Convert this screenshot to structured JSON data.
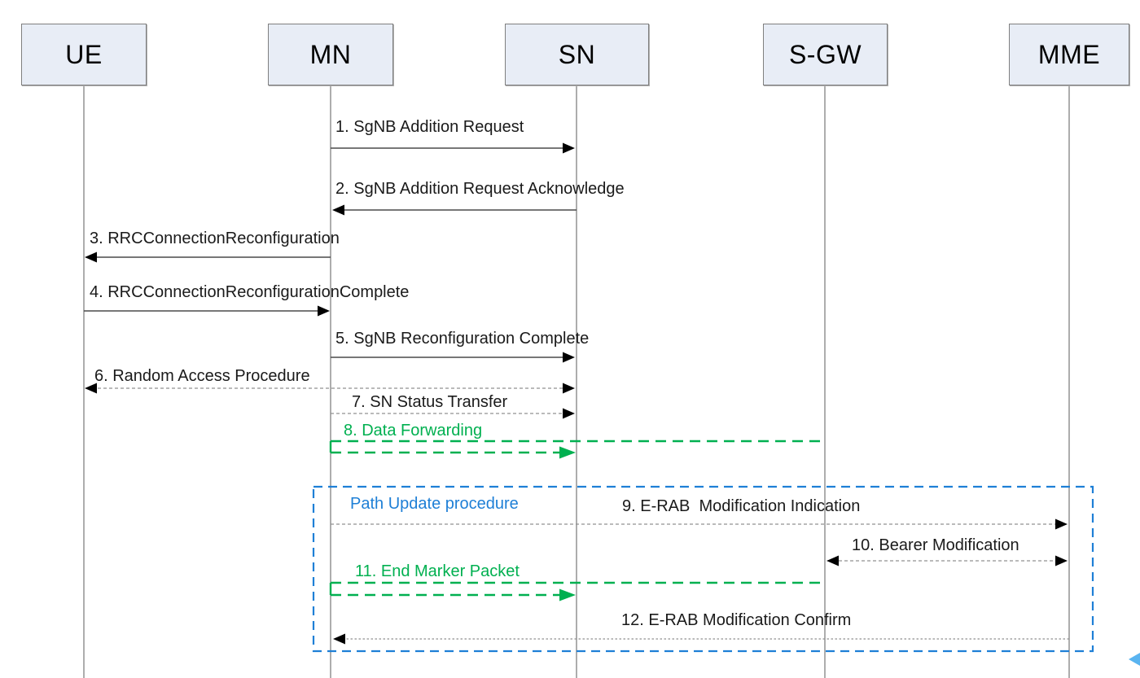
{
  "actors": [
    {
      "name": "UE"
    },
    {
      "name": "MN"
    },
    {
      "name": "SN"
    },
    {
      "name": "S-GW"
    },
    {
      "name": "MME"
    }
  ],
  "frame": {
    "label": "Path Update procedure"
  },
  "messages": [
    {
      "label": "1. SgNB Addition Request",
      "from": "MN",
      "to": "SN",
      "line": "solid",
      "color": "black",
      "bidirectional": false
    },
    {
      "label": "2. SgNB Addition Request Acknowledge",
      "from": "SN",
      "to": "MN",
      "line": "solid",
      "color": "black",
      "bidirectional": false
    },
    {
      "label": "3. RRCConnectionReconfiguration",
      "from": "MN",
      "to": "UE",
      "line": "solid",
      "color": "black",
      "bidirectional": false
    },
    {
      "label": "4. RRCConnectionReconfigurationComplete",
      "from": "UE",
      "to": "MN",
      "line": "solid",
      "color": "black",
      "bidirectional": false
    },
    {
      "label": "5. SgNB Reconfiguration Complete",
      "from": "MN",
      "to": "SN",
      "line": "solid",
      "color": "black",
      "bidirectional": false
    },
    {
      "label": "6. Random Access Procedure",
      "from": "UE",
      "to": "SN",
      "line": "dashed",
      "color": "black",
      "bidirectional": true
    },
    {
      "label": "7. SN Status Transfer",
      "from": "MN",
      "to": "SN",
      "line": "dashed",
      "color": "black",
      "bidirectional": false
    },
    {
      "label": "8. Data Forwarding",
      "from": "S-GW via MN",
      "to": "SN",
      "line": "dashed",
      "color": "green",
      "bidirectional": false
    },
    {
      "label": "9. E-RAB  Modification Indication",
      "from": "MN",
      "to": "MME",
      "line": "dashed",
      "color": "black",
      "bidirectional": false
    },
    {
      "label": "10. Bearer Modification",
      "from": "S-GW",
      "to": "MME",
      "line": "dashed",
      "color": "black",
      "bidirectional": true
    },
    {
      "label": "11. End Marker Packet",
      "from": "S-GW via MN",
      "to": "SN",
      "line": "dashed",
      "color": "green",
      "bidirectional": false
    },
    {
      "label": "12. E-RAB Modification Confirm",
      "from": "MME",
      "to": "MN",
      "line": "dotted",
      "color": "black",
      "bidirectional": false
    }
  ],
  "colors": {
    "green": "#00b050",
    "blue": "#1e7fd6",
    "gray_line": "#909090",
    "solid_line": "#4a4a4a",
    "actor_fill": "#e8edf6",
    "actor_border": "#7f7f7f",
    "text": "#1a1a1a",
    "cursor": "#5ab4f0"
  }
}
